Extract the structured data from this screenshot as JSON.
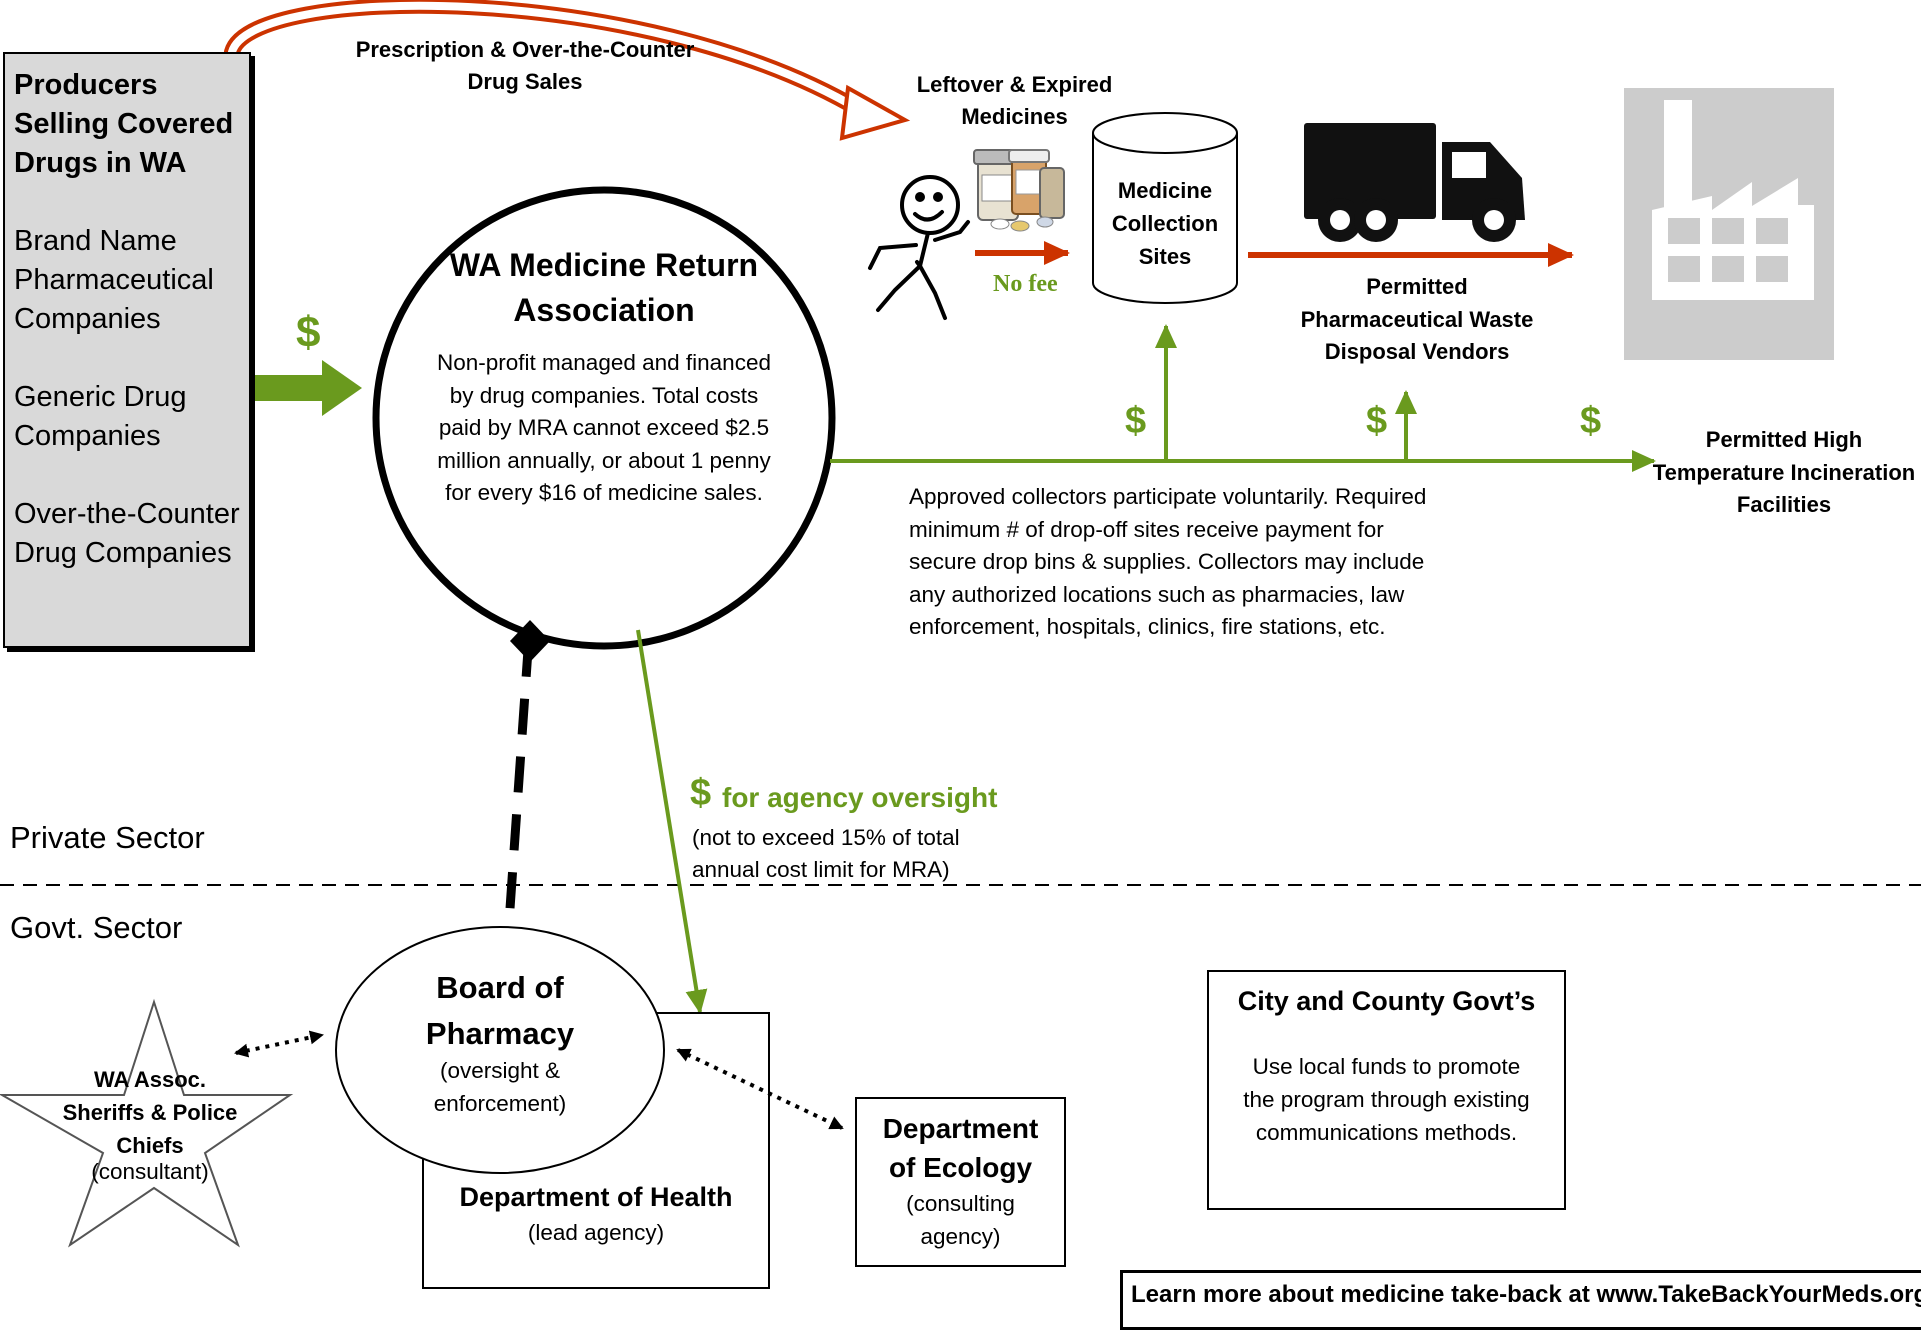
{
  "producers": {
    "title": "Producers Selling Covered Drugs in WA",
    "items": [
      "Brand Name Pharmaceutical Companies",
      "Generic Drug Companies",
      "Over-the-Counter Drug Companies"
    ]
  },
  "sales_label": "Prescription & Over-the-Counter Drug Sales",
  "dollar_sign": "$",
  "mra": {
    "title": "WA Medicine Return Association",
    "description": "Non-profit managed and financed by drug companies. Total costs paid by MRA cannot exceed $2.5 million annually, or about  1 penny for every $16 of medicine sales."
  },
  "leftover_label": "Leftover & Expired Medicines",
  "no_fee_label": "No fee",
  "collection_sites": "Medicine Collection Sites",
  "disposal_vendors": "Permitted Pharmaceutical Waste Disposal Vendors",
  "incineration": "Permitted High Temperature Incineration Facilities",
  "collectors_note": "Approved collectors participate voluntarily. Required minimum # of drop-off sites receive payment for secure drop bins & supplies. Collectors may include any authorized locations such as pharmacies, law enforcement, hospitals, clinics, fire stations, etc.",
  "oversight": {
    "label": "for agency oversight",
    "note": "(not to exceed 15% of total annual cost limit for MRA)"
  },
  "sectors": {
    "private": "Private Sector",
    "govt": "Govt. Sector"
  },
  "board": {
    "title": "Board of Pharmacy",
    "subtitle": "(oversight & enforcement)"
  },
  "health": {
    "title": "Department of Health",
    "subtitle": "(lead agency)"
  },
  "ecology": {
    "title": "Department of Ecology",
    "subtitle": "(consulting agency)"
  },
  "sheriffs": {
    "title": "WA Assoc. Sheriffs & Police Chiefs",
    "subtitle": "(consultant)"
  },
  "city_county": {
    "title": "City and County Govt’s",
    "text": "Use local funds to promote the program through existing communications methods."
  },
  "bottom_banner": "Learn more about medicine take-back at www.TakeBackYourMeds.org",
  "icons": {
    "stick_figure": "stick-figure-icon",
    "pill_bottles": "pill-bottles-icon",
    "truck": "truck-icon",
    "factory": "factory-icon"
  },
  "colors": {
    "green": "#6a9a1e",
    "red": "#cc3300",
    "gray_box": "#d9d9d9",
    "factory_bg": "#cccccc"
  }
}
